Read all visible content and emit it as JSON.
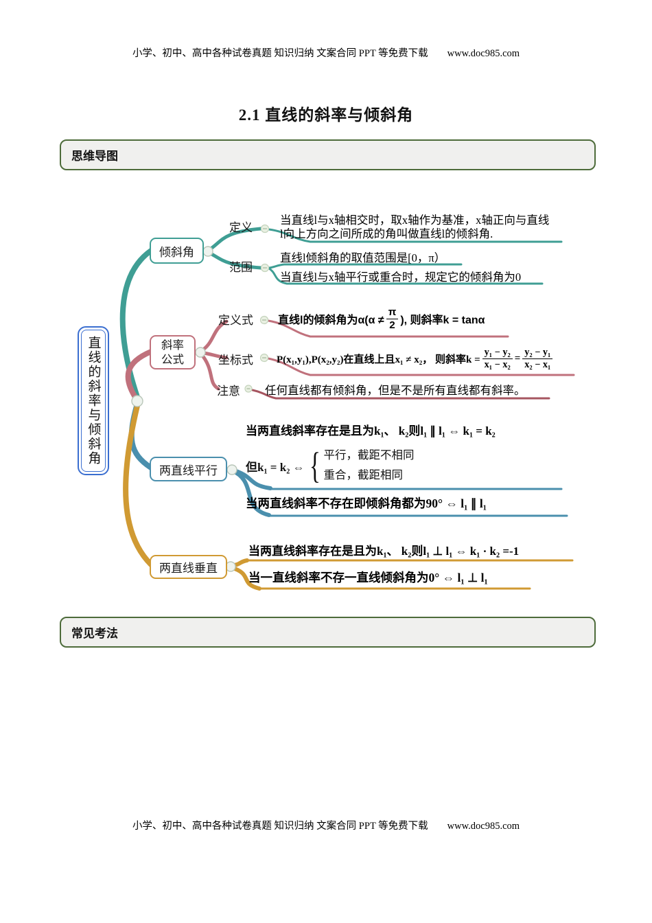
{
  "header": {
    "text": "小学、初中、高中各种试卷真题 知识归纳 文案合同 PPT 等免费下载",
    "url": "www.doc985.com"
  },
  "footer": {
    "text": "小学、初中、高中各种试卷真题 知识归纳 文案合同 PPT 等免费下载",
    "url": "www.doc985.com"
  },
  "title": "2.1 直线的斜率与倾斜角",
  "sections": {
    "mindmap": "思维导图",
    "methods": "常见考法"
  },
  "colors": {
    "root_border_blue": "#3a6ed0",
    "branch_teal": "#3f9e94",
    "branch_rose": "#c0717c",
    "branch_note_dark_rose": "#a65560",
    "branch_steel_blue": "#4a8fad",
    "branch_gold": "#d09a33",
    "section_border_green": "#4d6b3a",
    "section_bg": "#f0f0ee"
  },
  "icons": {
    "collapse": "-"
  },
  "mindmap": {
    "root": "直线的斜率与倾斜角",
    "incline": {
      "label": "倾斜角",
      "definition": {
        "label": "定义",
        "line1": "当直线l与x轴相交时，取x轴作为基准，x轴正向与直线",
        "line2": "l向上方向之间所成的角叫做直线l的倾斜角."
      },
      "range": {
        "label": "范围",
        "line1": "直线l倾斜角的取值范围是[0，π）",
        "line2": "当直线l与x轴平行或重合时，规定它的倾斜角为0"
      }
    },
    "slope_formula": {
      "label_line1": "斜率",
      "label_line2": "公式",
      "definition_form": {
        "label": "定义式",
        "pre": "直线l的倾斜角为α(α ≠ ",
        "frac_num": "π",
        "frac_den": "2",
        "post": "), 则斜率k = tanα"
      },
      "coordinate_form": {
        "label": "坐标式",
        "pre": "P(x₁,y₁),P(x₂,y₂)在直线上且x₁ ≠ x₂， 则斜率k = ",
        "f1_num": "y₁ − y₂",
        "f1_den": "x₁ − x₂",
        "eq": "=",
        "f2_num": "y₂ − y₁",
        "f2_den": "x₂ − x₁"
      },
      "note": {
        "label": "注意",
        "text": "任何直线都有倾斜角，但是不是所有直线都有斜率。"
      }
    },
    "parallel": {
      "label": "两直线平行",
      "line1": "当两直线斜率存在是且为k₁、 k₂则l₁ ∥ l₁ ⇔ k₁ = k₂",
      "case_pre": "但k₁ = k₂ ⇔",
      "case_top": "平行，截距不相同",
      "case_bottom": "重合，截距相同",
      "line3": "当两直线斜率不存在即倾斜角都为90° ⇔ l₁ ∥ l₁"
    },
    "perpendicular": {
      "label": "两直线垂直",
      "line1": "当两直线斜率存在是且为k₁、 k₂则l₁ ⊥ l₁ ⇔ k₁ · k₂ =-1",
      "line2": "当一直线斜率不存一直线倾斜角为0° ⇔ l₁ ⊥ l₁"
    }
  }
}
